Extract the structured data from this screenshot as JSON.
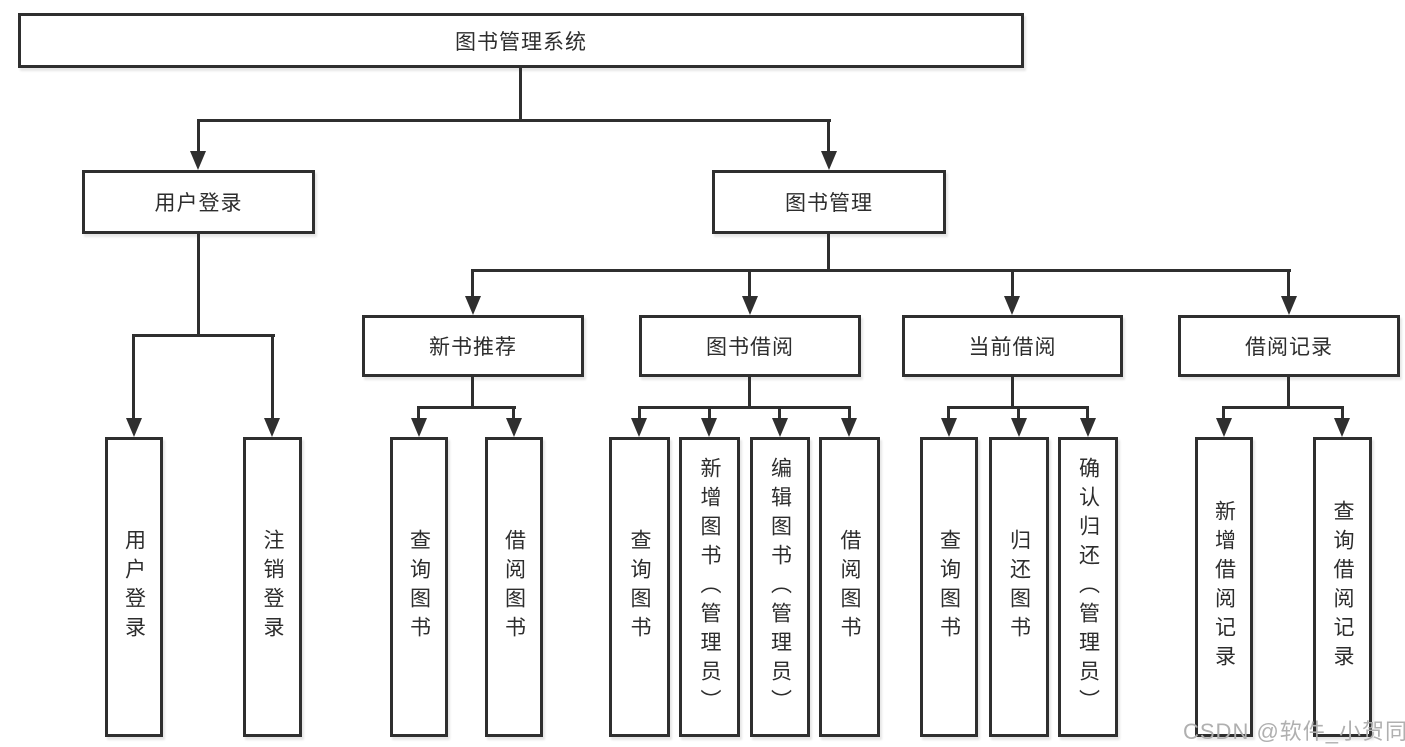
{
  "colors": {
    "line": "#2f2f2f",
    "box_background": "#ffffff",
    "text": "#2d2d2d",
    "watermark": "#b0b0b0"
  },
  "watermark": {
    "text": "CSDN @软件_小贺同学"
  },
  "tree": {
    "label": "图书管理系统",
    "children": [
      {
        "label": "用户登录",
        "children": [
          {
            "label": "用户登录"
          },
          {
            "label": "注销登录"
          }
        ]
      },
      {
        "label": "图书管理",
        "children": [
          {
            "label": "新书推荐",
            "children": [
              {
                "label": "查询图书"
              },
              {
                "label": "借阅图书"
              }
            ]
          },
          {
            "label": "图书借阅",
            "children": [
              {
                "label": "查询图书"
              },
              {
                "label": "新增图书（管理员）"
              },
              {
                "label": "编辑图书（管理员）"
              },
              {
                "label": "借阅图书"
              }
            ]
          },
          {
            "label": "当前借阅",
            "children": [
              {
                "label": "查询图书"
              },
              {
                "label": "归还图书"
              },
              {
                "label": "确认归还（管理员）"
              }
            ]
          },
          {
            "label": "借阅记录",
            "children": [
              {
                "label": "新增借阅记录"
              },
              {
                "label": "查询借阅记录"
              }
            ]
          }
        ]
      }
    ]
  }
}
